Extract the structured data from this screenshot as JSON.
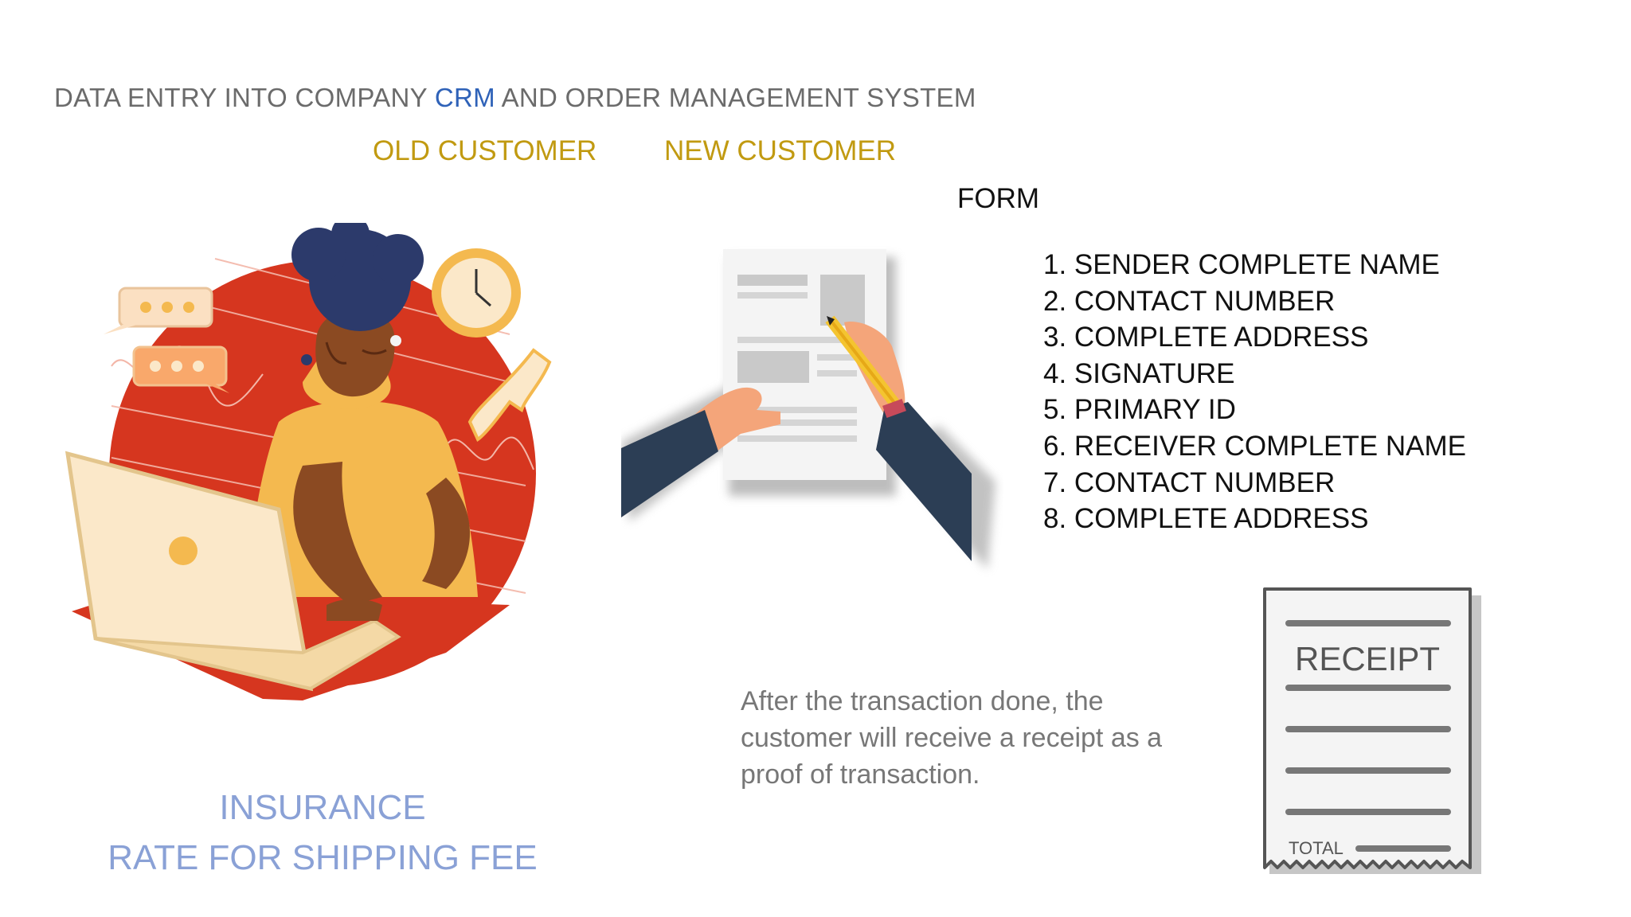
{
  "title": {
    "before": "DATA ENTRY INTO COMPANY ",
    "accent": "CRM",
    "after": " AND ORDER MANAGEMENT SYSTEM"
  },
  "customers": {
    "old": "OLD CUSTOMER",
    "new": "NEW CUSTOMER"
  },
  "form": {
    "label": "FORM",
    "items": [
      "1. SENDER COMPLETE NAME",
      "2. CONTACT NUMBER",
      "3. COMPLETE ADDRESS",
      "4. SIGNATURE",
      "5. PRIMARY ID",
      "6. RECEIVER COMPLETE NAME",
      "7. CONTACT NUMBER",
      "8. COMPLETE ADDRESS"
    ]
  },
  "note": "After the transaction done, the customer will receive a receipt as a proof of transaction.",
  "insurance": {
    "line1": "INSURANCE",
    "line2": "RATE FOR SHIPPING FEE"
  },
  "receipt": {
    "heading": "RECEIPT",
    "total_label": "TOTAL"
  },
  "icons": {
    "agent": "customer-service-agent-icon",
    "document": "document-signing-icon",
    "receipt": "receipt-icon"
  },
  "colors": {
    "accent_blue": "#2f62b8",
    "gold": "#c19a11",
    "insurance_blue": "#8aa1d6",
    "red_circle": "#d6361f",
    "sweater": "#f4b94f",
    "navy": "#2c3e55"
  }
}
